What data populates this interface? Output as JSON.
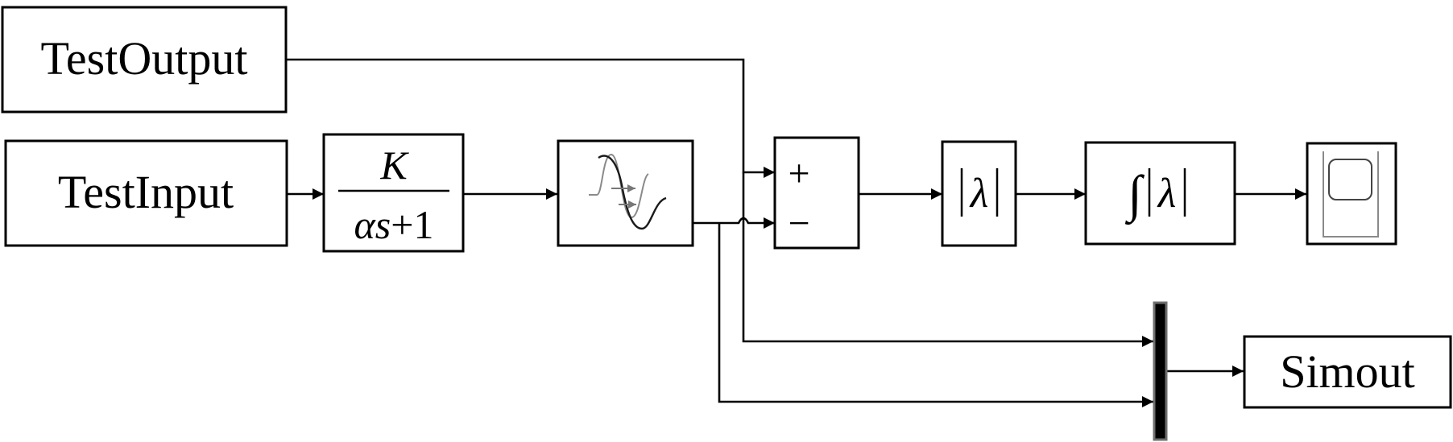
{
  "blocks": {
    "test_output": {
      "label": "TestOutput"
    },
    "test_input": {
      "label": "TestInput"
    },
    "transfer_fcn": {
      "numerator": "K",
      "denominator_var": "αs",
      "denominator_rest": "+1"
    },
    "delay": {
      "icon": "transport-delay-icon"
    },
    "sum": {
      "plus": "+",
      "minus": "−"
    },
    "abs": {
      "symbol": "λ"
    },
    "integral": {
      "integral_sign": "∫",
      "symbol": "λ"
    },
    "scope": {
      "icon": "scope-icon"
    },
    "mux": {
      "icon": "mux-bar"
    },
    "simout": {
      "label": "Simout"
    }
  }
}
